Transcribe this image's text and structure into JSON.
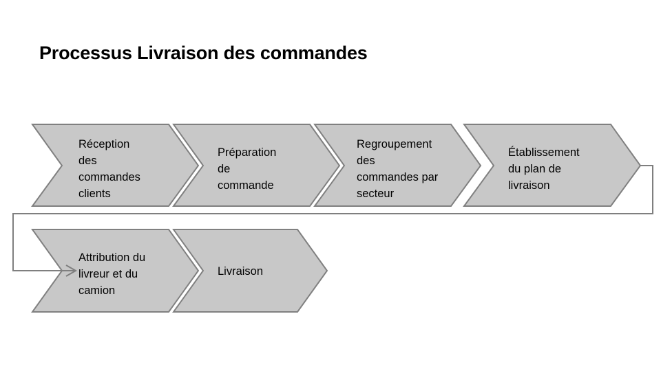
{
  "slide": {
    "title": "Processus Livraison des commandes",
    "background_color": "#ffffff"
  },
  "style": {
    "shape_fill": "#c8c8c8",
    "shape_stroke": "#808080",
    "connector_stroke": "#7f7f7f",
    "text_color": "#000000"
  },
  "diagram": {
    "type": "process-chevron-flow",
    "rows": [
      {
        "name": "row-1",
        "steps": [
          {
            "index": 1,
            "label": "Réception\ndes\ncommandes\nclients"
          },
          {
            "index": 2,
            "label": "Préparation\nde\ncommande"
          },
          {
            "index": 3,
            "label": "Regroupement\ndes\ncommandes par\nsecteur"
          },
          {
            "index": 4,
            "label": "Établissement\ndu plan de\nlivraison"
          }
        ]
      },
      {
        "name": "row-2",
        "steps": [
          {
            "index": 5,
            "label": "Attribution du\nlivreur et du\ncamion"
          },
          {
            "index": 6,
            "label": "Livraison"
          }
        ]
      }
    ],
    "connector": {
      "name": "wrap-connector",
      "description": "line from step 4 tip, right, down, left, arrow into step 5"
    }
  }
}
